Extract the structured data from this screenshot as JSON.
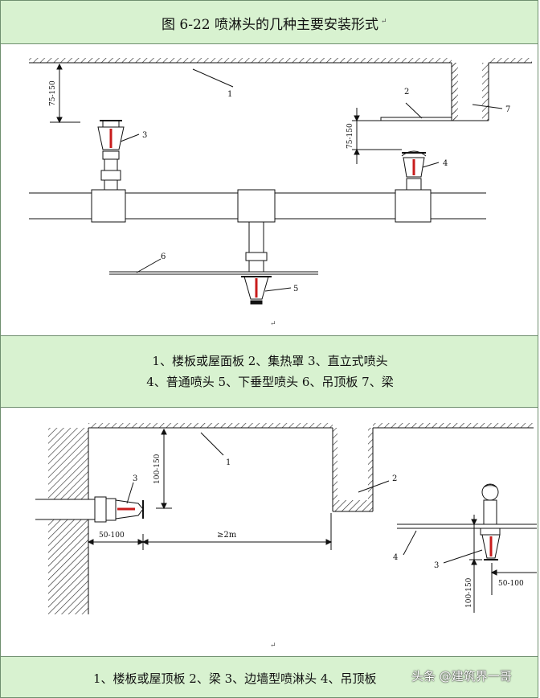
{
  "title": "图 6-22    喷淋头的几种主要安装形式",
  "figure1": {
    "labels": {
      "l1": "1",
      "l2": "2",
      "l3": "3",
      "l4": "4",
      "l5": "5",
      "l6": "6",
      "l7": "7"
    },
    "dims": {
      "d1": "75-150",
      "d2": "75-150"
    }
  },
  "legend1": {
    "line1": "1、楼板或屋面板   2、集热罩  3、直立式喷头",
    "line2": "4、普通喷头    5、下垂型喷头  6、吊顶板    7、梁"
  },
  "figure2": {
    "labels": {
      "l1": "1",
      "l2": "2",
      "l3a": "3",
      "l3b": "3",
      "l4": "4"
    },
    "dims": {
      "d1": "100-150",
      "d2": "50-100",
      "d3": "≥2m",
      "d4": "100-150",
      "d5": "50-100"
    }
  },
  "legend2": {
    "line1": "1、楼板或屋顶板    2、梁   3、边墙型喷淋头    4、吊顶板"
  },
  "watermark": "头条 @建筑界一哥",
  "marks": {
    "return": "↵"
  }
}
